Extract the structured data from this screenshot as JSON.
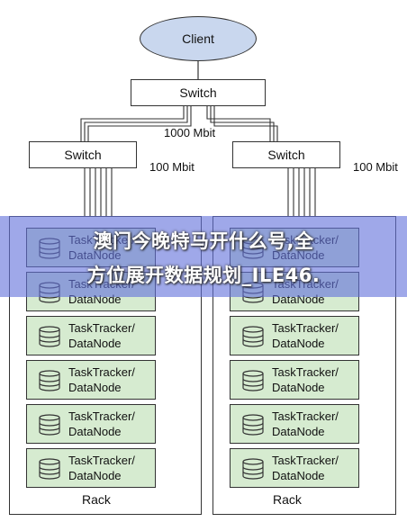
{
  "client_label": "Client",
  "core_switch_label": "Switch",
  "core_link_label": "1000 Mbit",
  "racks": [
    {
      "switch_label": "Switch",
      "link_label": "100 Mbit",
      "rack_label": "Rack",
      "nodes": [
        {
          "line1": "TaskTracker/",
          "line2": "DataNode"
        },
        {
          "line1": "TaskTracker/",
          "line2": "DataNode"
        },
        {
          "line1": "TaskTracker/",
          "line2": "DataNode"
        },
        {
          "line1": "TaskTracker/",
          "line2": "DataNode"
        },
        {
          "line1": "TaskTracker/",
          "line2": "DataNode"
        },
        {
          "line1": "TaskTracker/",
          "line2": "DataNode"
        }
      ]
    },
    {
      "switch_label": "Switch",
      "link_label": "100 Mbit",
      "rack_label": "Rack",
      "nodes": [
        {
          "line1": "TaskTracker/",
          "line2": "DataNode"
        },
        {
          "line1": "TaskTracker/",
          "line2": "DataNode"
        },
        {
          "line1": "TaskTracker/",
          "line2": "DataNode"
        },
        {
          "line1": "TaskTracker/",
          "line2": "DataNode"
        },
        {
          "line1": "TaskTracker/",
          "line2": "DataNode"
        },
        {
          "line1": "TaskTracker/",
          "line2": "DataNode"
        }
      ]
    }
  ],
  "overlay": {
    "line1": "澳门今晚特马开什么号,全",
    "line2": "方位展开数据规划_ILE46."
  },
  "colors": {
    "client_fill": "#c9d7ee",
    "node_fill": "#d6ebd0",
    "banner_fill": "#6473dc"
  }
}
